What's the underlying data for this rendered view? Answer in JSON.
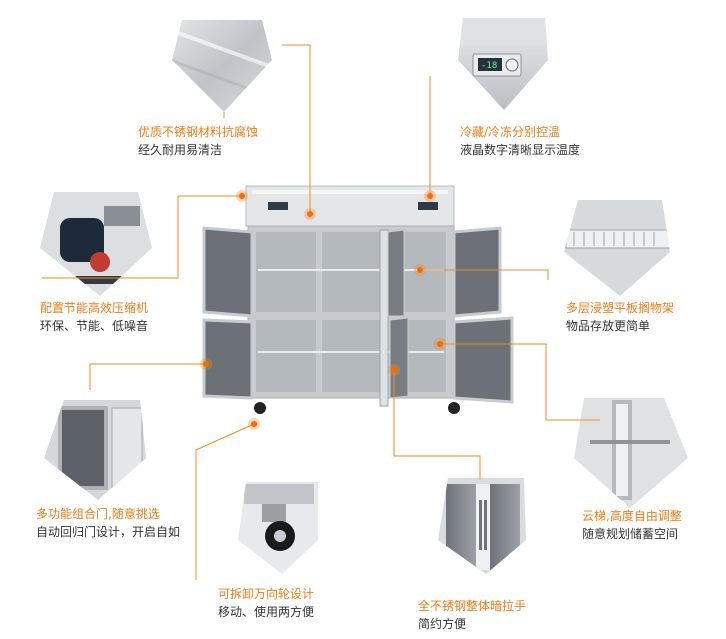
{
  "colors": {
    "accent": "#f07c19",
    "text": "#333333",
    "steel": "#c9ccd0"
  },
  "display": {
    "temperature": "-18"
  },
  "features": {
    "material": {
      "title": "优质不锈钢材料抗腐蚀",
      "desc": "经久耐用易清洁"
    },
    "control": {
      "title": "冷藏/冷冻分别控温",
      "desc": "液晶数字清晰显示温度"
    },
    "compressor": {
      "title": "配置节能高效压缩机",
      "desc": "环保、节能、低噪音"
    },
    "shelf": {
      "title": "多层浸塑平板搁物架",
      "desc": "物品存放更简单"
    },
    "door": {
      "title": "多功能组合门,随意挑选",
      "desc": "自动回归门设计，开启自如"
    },
    "ladder": {
      "title": "云梯,高度自由调整",
      "desc": "随意规划储蓄空间"
    },
    "wheel": {
      "title": "可拆卸万向轮设计",
      "desc": "移动、使用两方便"
    },
    "handle": {
      "title": "全不锈钢整体暗拉手",
      "desc": "简约方便"
    }
  }
}
